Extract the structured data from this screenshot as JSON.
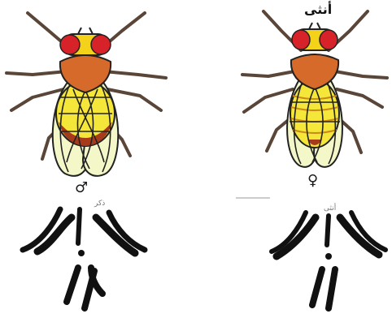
{
  "labels": {
    "female_title": "أنثى",
    "female_symbol": "♀",
    "male_symbol": "♂",
    "male_chromosome_caption": "ذكر",
    "female_chromosome_caption": "أنثى"
  },
  "colors": {
    "eye_red": "#d8222a",
    "head_yellow": "#f4d21a",
    "thorax_orange": "#d66a2a",
    "abdomen_yellow": "#f5e63a",
    "abdomen_tip_male": "#a83a1c",
    "wing_fill": "#f4f7c8",
    "vein_dark": "#222222",
    "leg_brown": "#5a4638",
    "chromosome_black": "#111111"
  }
}
